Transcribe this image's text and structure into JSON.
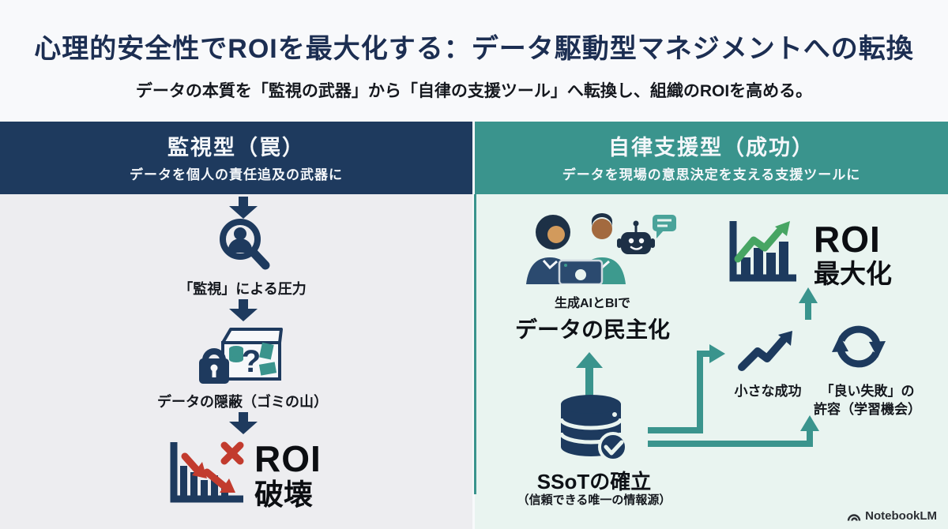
{
  "title": "心理的安全性でROIを最大化する：データ駆動型マネジメントへの転換",
  "subtitle": "データの本質を「監視の武器」から「自律の支援ツール」へ転換し、組織のROIを高める。",
  "left": {
    "header_title": "監視型（罠）",
    "header_subtitle": "データを個人の責任追及の武器に",
    "pressure_label": "「監視」による圧力",
    "concealment_label": "データの隠蔽（ゴミの山）",
    "outcome_top": "ROI",
    "outcome_bottom": "破壊"
  },
  "right": {
    "header_title": "自律支援型（成功）",
    "header_subtitle": "データを現場の意思決定を支える支援ツールに",
    "ai_label": "生成AIとBIで",
    "democratization_label": "データの民主化",
    "ssot_label": "SSoTの確立",
    "ssot_sublabel": "（信頼できる唯一の情報源）",
    "small_wins_label": "小さな成功",
    "good_failure_line1": "「良い失敗」の",
    "good_failure_line2": "許容（学習機会）",
    "outcome_top": "ROI",
    "outcome_bottom": "最大化"
  },
  "footer": {
    "brand": "NotebookLM"
  },
  "colors": {
    "navy": "#1e3a5e",
    "teal": "#3a948d",
    "green": "#47a563",
    "red": "#c23b2e",
    "left_bg": "#ededf0",
    "right_bg": "#e9f4f0"
  }
}
